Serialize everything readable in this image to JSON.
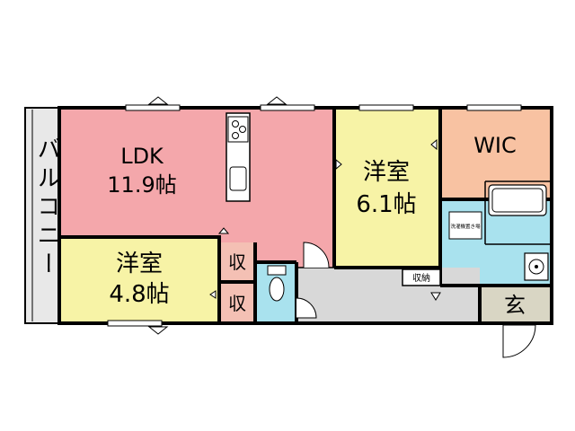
{
  "rooms": {
    "balcony": {
      "label": "バルコニー",
      "color": "#e8e8e8"
    },
    "ldk": {
      "name": "LDK",
      "size": "11.9帖",
      "color": "#f4a7ab"
    },
    "western1": {
      "name": "洋室",
      "size": "6.1帖",
      "color": "#f7f3a6"
    },
    "western2": {
      "name": "洋室",
      "size": "4.8帖",
      "color": "#f7f3a6"
    },
    "wic": {
      "name": "WIC",
      "color": "#f8c2a2"
    },
    "storage1": {
      "label": "収",
      "color": "#f4c0b4"
    },
    "storage2": {
      "label": "収",
      "color": "#f4c0b4"
    },
    "storage3": {
      "label": "収納"
    },
    "entrance": {
      "label": "玄",
      "color": "#d9d6c4"
    },
    "bath_color": "#a9e2ee",
    "hall_color": "#d8d8d8",
    "utility_label": "洗濯機置き場"
  }
}
